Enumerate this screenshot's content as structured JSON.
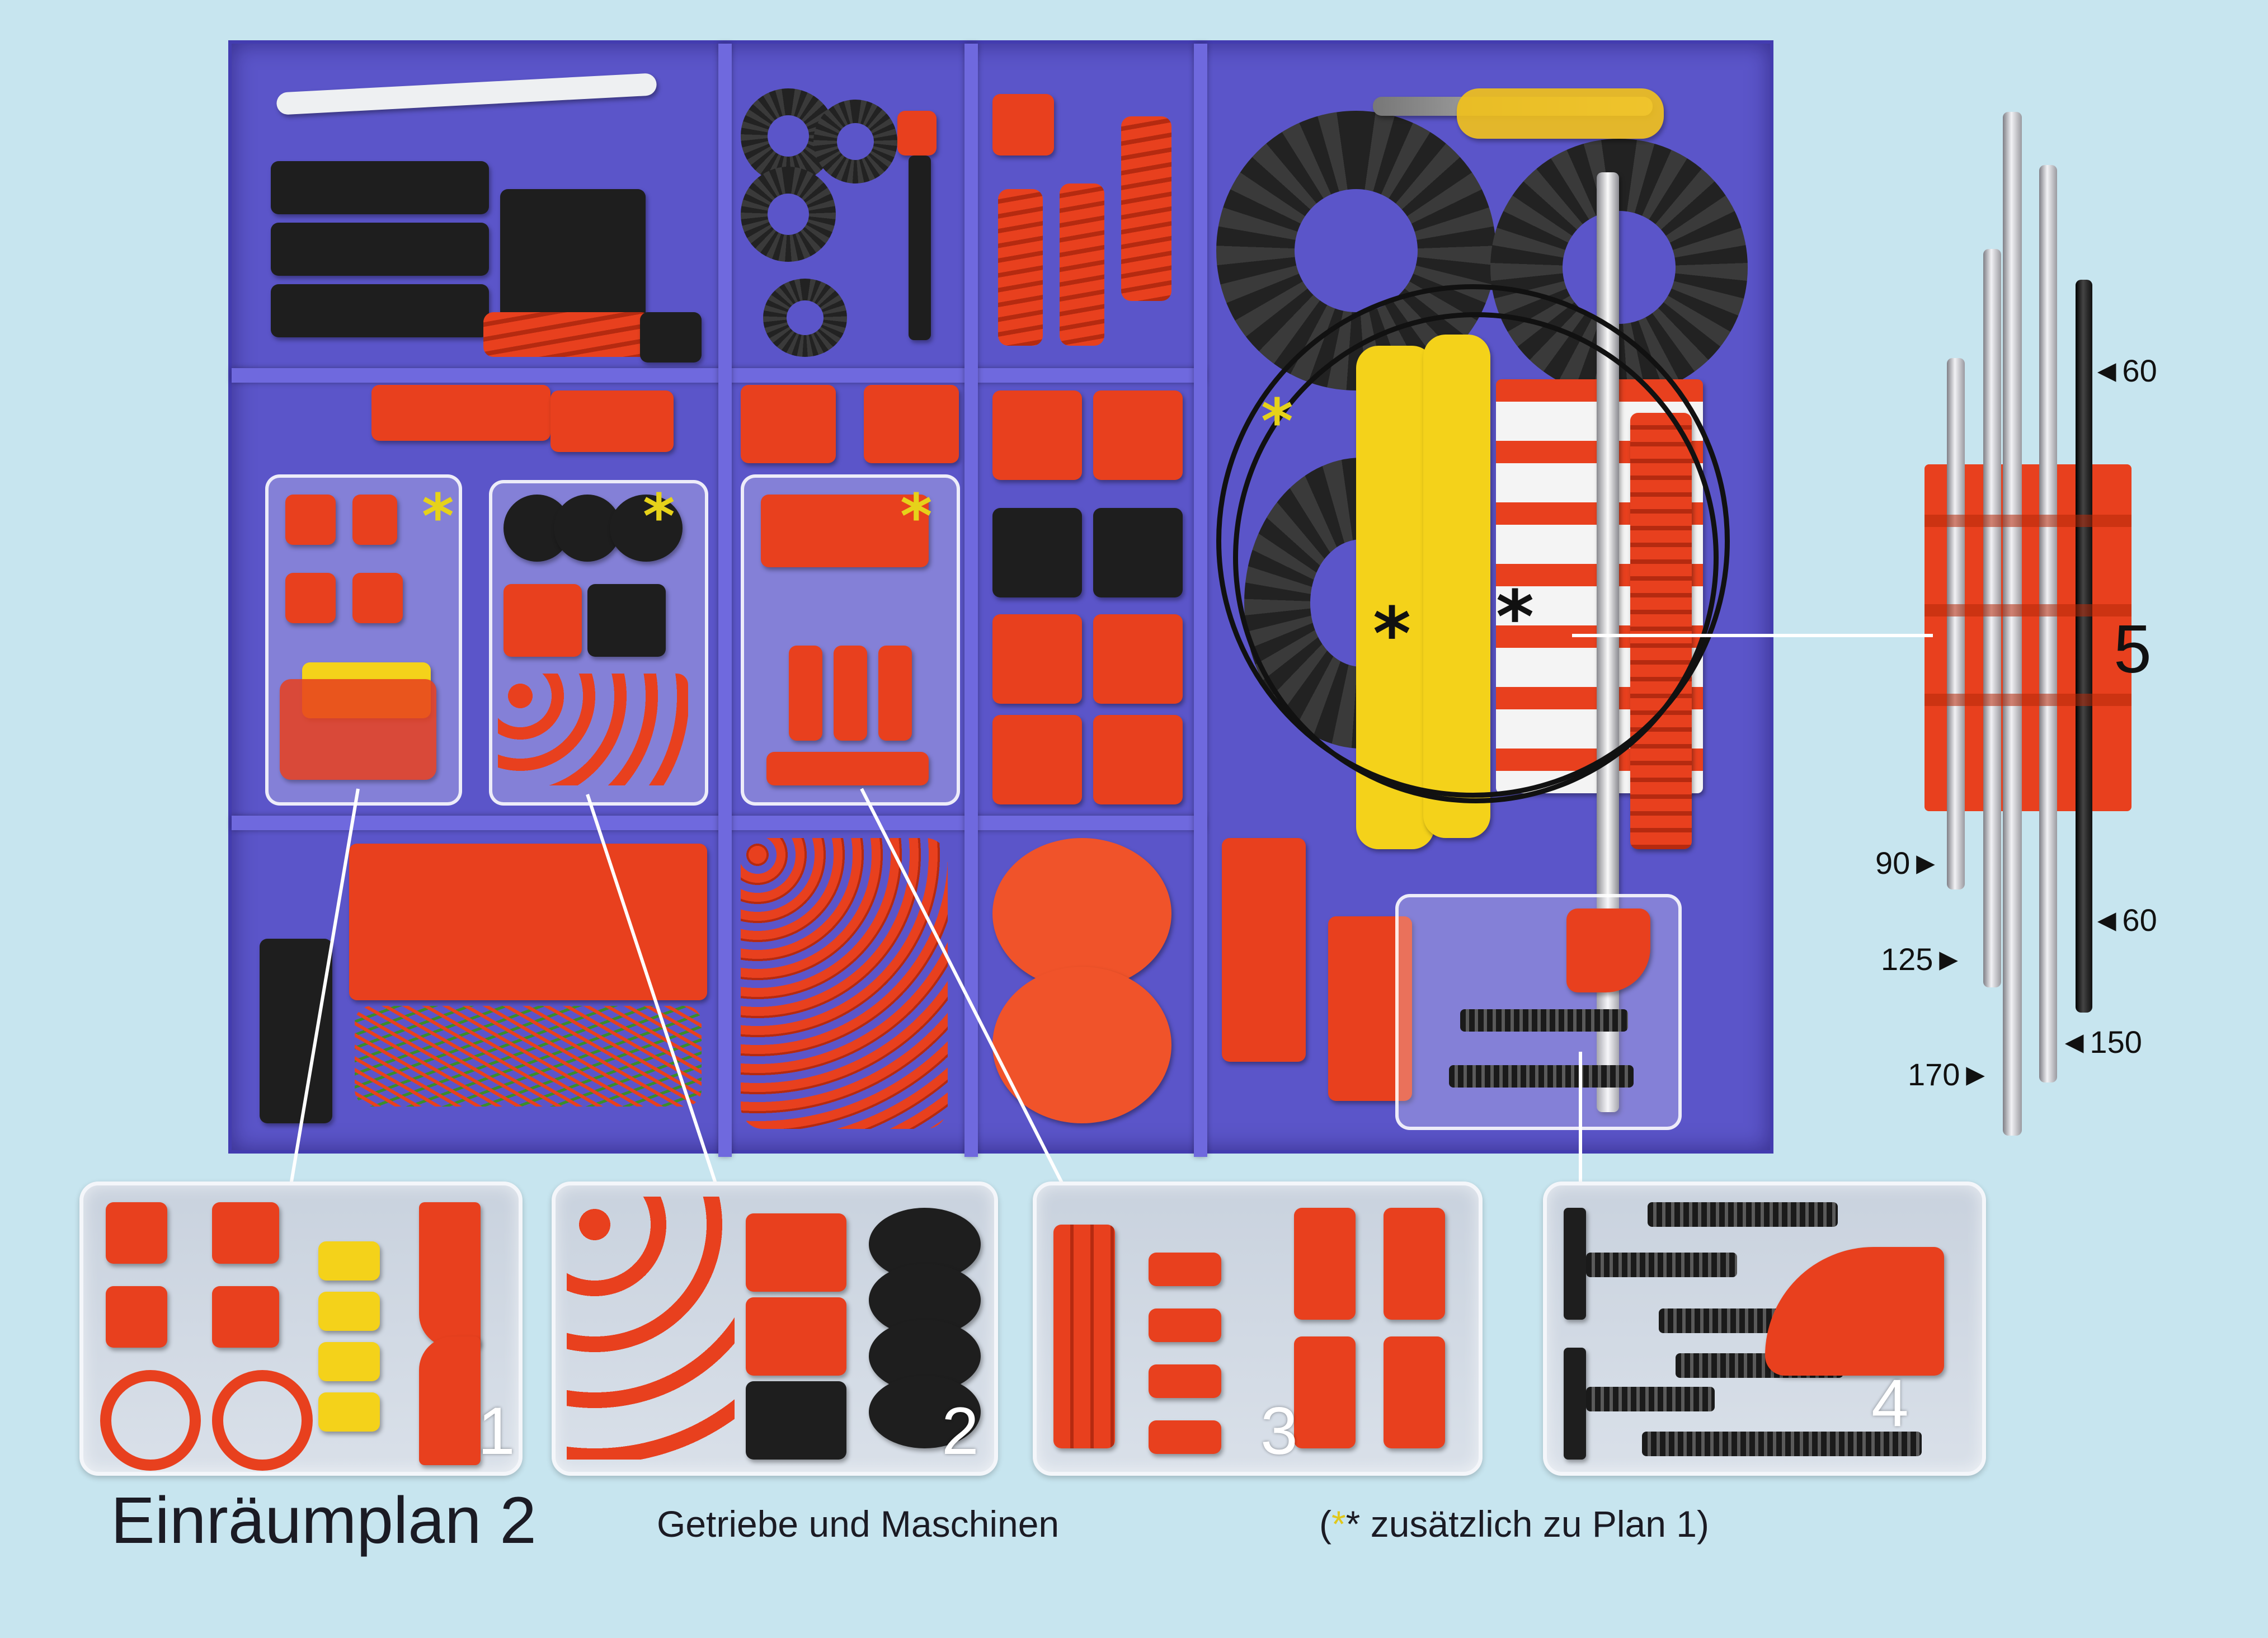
{
  "axle_labels": {
    "top_right": "◄60",
    "mid_right": "◄60",
    "bottom_right": "◄150",
    "left_top": "90►",
    "left_mid": "125►",
    "left_bottom": "170►",
    "plan_number": "5"
  },
  "detail_boxes": [
    {
      "number": "1"
    },
    {
      "number": "2"
    },
    {
      "number": "3"
    },
    {
      "number": "4"
    }
  ],
  "footer": {
    "title": "Einräumplan 2",
    "subtitle": "Getriebe und Maschinen",
    "note_open": "(",
    "note_yellow_star": "*",
    "note_black_star": "*",
    "note_text": " zusätzlich zu Plan 1)"
  },
  "marks": {
    "yellow_star": "*",
    "black_star": "*"
  },
  "colors": {
    "background": "#c7e5ef",
    "tray": "#5b55c9",
    "part_red": "#e8401e",
    "part_black": "#1e1e1e",
    "part_yellow": "#f4d21a",
    "star_yellow": "#e0c81c"
  }
}
